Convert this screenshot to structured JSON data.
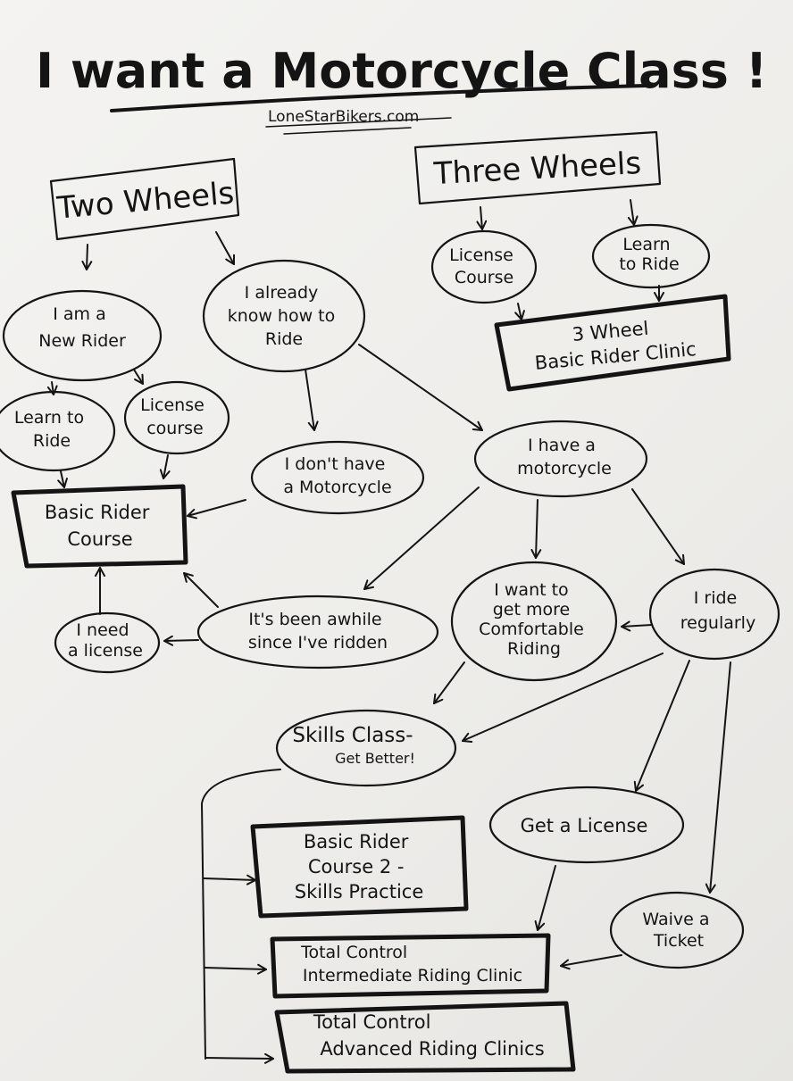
{
  "title": "I want a Motorcycle Class !",
  "website": "LoneStarBikers.com",
  "colors": {
    "ink": "#141414",
    "paper": "#f1f0ee"
  },
  "nodes": {
    "two_wheels": {
      "lines": [
        "Two Wheels"
      ]
    },
    "three_wheels": {
      "lines": [
        "Three Wheels"
      ]
    },
    "new_rider": {
      "lines": [
        "I am a",
        "New Rider"
      ]
    },
    "already_know": {
      "lines": [
        "I already",
        "know how to",
        "Ride"
      ]
    },
    "learn_to_ride_2w": {
      "lines": [
        "Learn to",
        "Ride"
      ]
    },
    "license_course_2w": {
      "lines": [
        "License",
        "course"
      ]
    },
    "license_course_3w": {
      "lines": [
        "License",
        "Course"
      ]
    },
    "learn_to_ride_3w": {
      "lines": [
        "Learn",
        "to Ride"
      ]
    },
    "three_wheel_clinic": {
      "lines": [
        "3 Wheel",
        "Basic Rider Clinic"
      ]
    },
    "dont_have_motorcycle": {
      "lines": [
        "I don't have",
        "a Motorcycle"
      ]
    },
    "have_motorcycle": {
      "lines": [
        "I have a",
        "motorcycle"
      ]
    },
    "basic_rider_course": {
      "lines": [
        "Basic Rider",
        "Course"
      ]
    },
    "been_awhile": {
      "lines": [
        "It's been awhile",
        "since I've ridden"
      ]
    },
    "need_license": {
      "lines": [
        "I need",
        "a license"
      ]
    },
    "more_comfortable": {
      "lines": [
        "I want to",
        "get more",
        "Comfortable",
        "Riding"
      ]
    },
    "ride_regularly": {
      "lines": [
        "I ride",
        "regularly"
      ]
    },
    "skills_class": {
      "lines": [
        "Skills Class-",
        "Get Better!"
      ]
    },
    "brc2": {
      "lines": [
        "Basic Rider",
        "Course 2 -",
        "Skills Practice"
      ]
    },
    "get_license": {
      "lines": [
        "Get a License"
      ]
    },
    "waive_ticket": {
      "lines": [
        "Waive a",
        "Ticket"
      ]
    },
    "tc_intermediate": {
      "lines": [
        "Total Control",
        "Intermediate Riding Clinic"
      ]
    },
    "tc_advanced": {
      "lines": [
        "Total Control",
        "Advanced Riding Clinics"
      ]
    }
  }
}
